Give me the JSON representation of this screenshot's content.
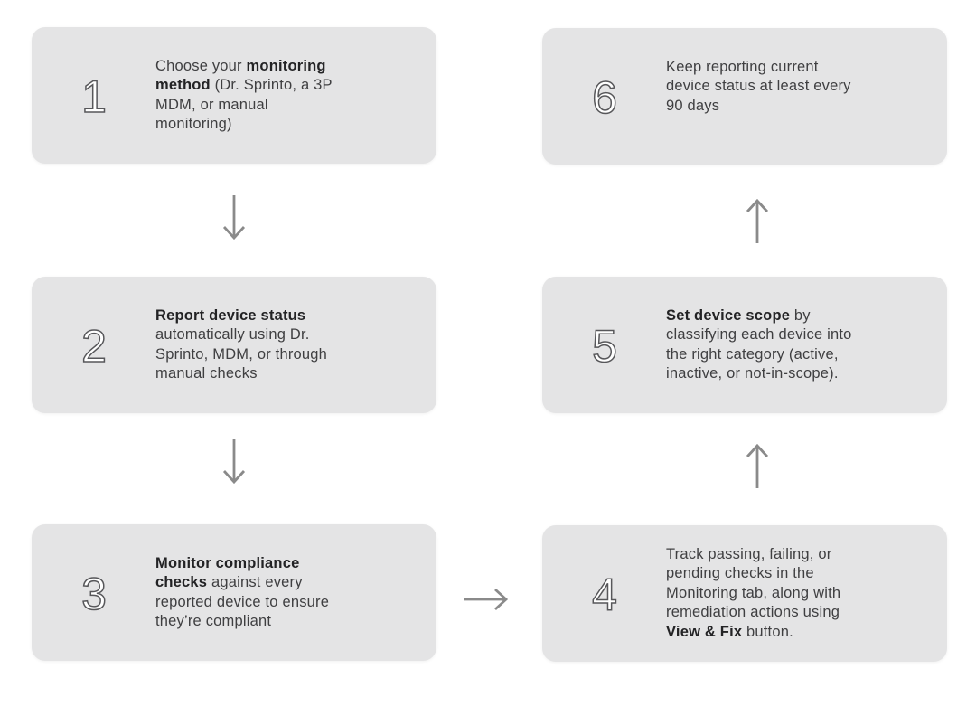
{
  "diagram": {
    "colors": {
      "background": "#ffffff",
      "box": "#e4e4e5",
      "text": "#3f3f41",
      "text_bold": "#232325",
      "arrow": "#8a8a8a",
      "number_fill": "#ffffff",
      "number_outline": "#57575a"
    },
    "steps": [
      {
        "number": "1",
        "segments": [
          {
            "text": "Choose your ",
            "bold": false
          },
          {
            "text": "monitoring\nmethod",
            "bold": true
          },
          {
            "text": " (Dr. Sprinto, a 3P\nMDM, or manual\nmonitoring)",
            "bold": false
          }
        ]
      },
      {
        "number": "2",
        "segments": [
          {
            "text": "Report device status",
            "bold": true
          },
          {
            "text": "\nautomatically using Dr.\nSprinto, MDM, or through\nmanual checks",
            "bold": false
          }
        ]
      },
      {
        "number": "3",
        "segments": [
          {
            "text": "Monitor compliance\nchecks",
            "bold": true
          },
          {
            "text": " against every\nreported device to ensure\nthey’re compliant",
            "bold": false
          }
        ]
      },
      {
        "number": "4",
        "segments": [
          {
            "text": "Track passing, failing, or\npending checks in the\nMonitoring tab, along with\nremediation actions using\n",
            "bold": false
          },
          {
            "text": "View & Fix",
            "bold": true
          },
          {
            "text": " button.",
            "bold": false
          }
        ]
      },
      {
        "number": "5",
        "segments": [
          {
            "text": "Set device scope",
            "bold": true
          },
          {
            "text": " by\nclassifying each device into\nthe right category (active,\ninactive, or not-in-scope).",
            "bold": false
          }
        ]
      },
      {
        "number": "6",
        "segments": [
          {
            "text": "Keep reporting current\ndevice status at least every\n90 days",
            "bold": false
          }
        ]
      }
    ],
    "arrows": [
      {
        "from": "1",
        "to": "2",
        "direction": "down"
      },
      {
        "from": "2",
        "to": "3",
        "direction": "down"
      },
      {
        "from": "3",
        "to": "4",
        "direction": "right"
      },
      {
        "from": "4",
        "to": "5",
        "direction": "up"
      },
      {
        "from": "5",
        "to": "6",
        "direction": "up"
      }
    ]
  }
}
